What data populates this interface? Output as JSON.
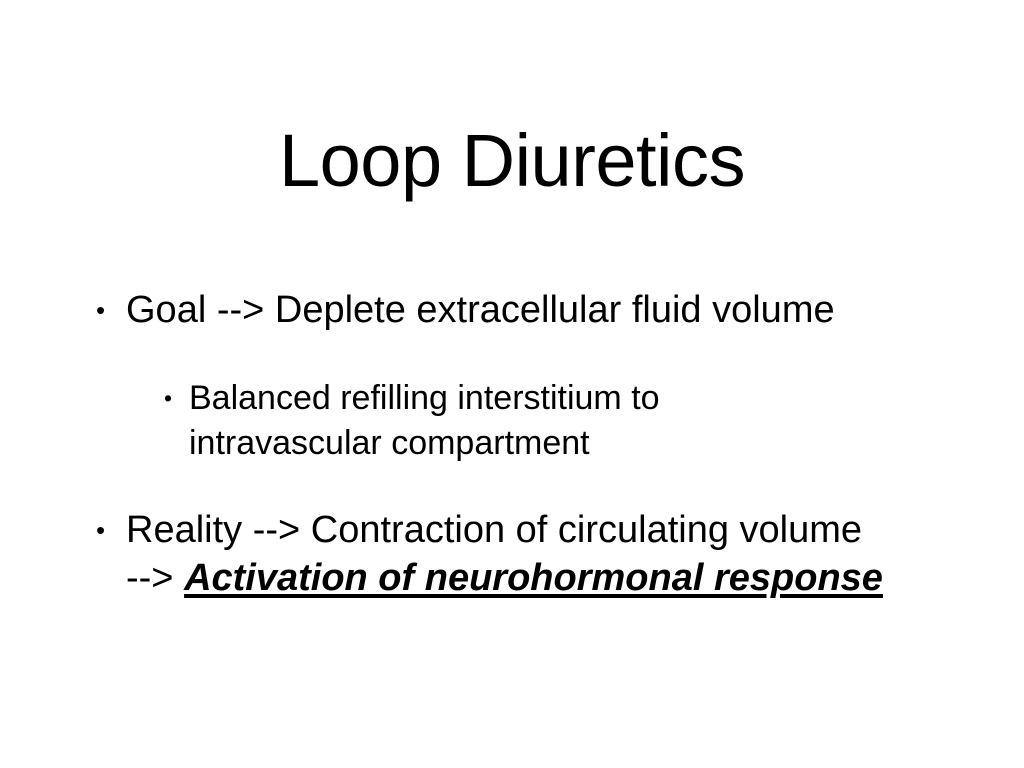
{
  "slide": {
    "title": "Loop Diuretics",
    "background_color": "#ffffff",
    "text_color": "#000000",
    "bullet_glyph": "•",
    "bullets": [
      {
        "level": 1,
        "mark": "•",
        "text": "Goal --> Deplete extracellular fluid volume"
      },
      {
        "level": 2,
        "mark": "•",
        "text": "Balanced refilling interstitium to intravascular compartment"
      },
      {
        "level": 1,
        "mark": "•",
        "text": "Reality --> Contraction of circulating volume",
        "continuation": {
          "arrow": "--> ",
          "emphasized_text": "Activation of neurohormonal response",
          "emphasis_style": "bold-italic-underline"
        }
      }
    ]
  }
}
